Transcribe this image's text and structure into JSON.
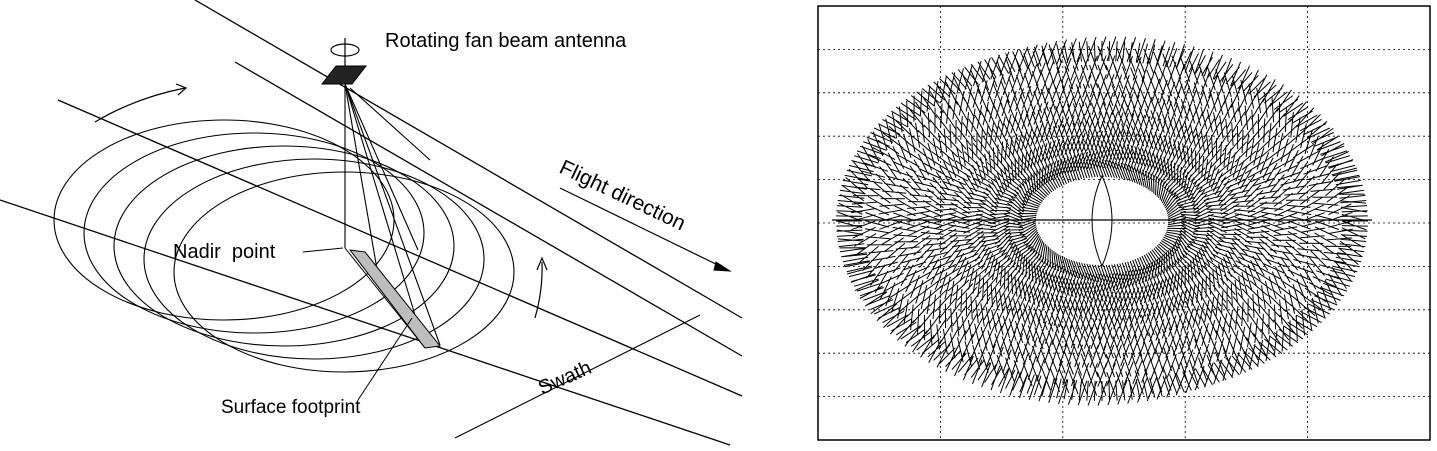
{
  "left_diagram": {
    "labels": {
      "antenna": "Rotating fan beam antenna",
      "flight_direction": "Flight direction",
      "nadir_point": "Nadir  point",
      "surface_footprint": "Surface footprint",
      "swath": "Swath"
    }
  },
  "right_plot": {
    "grid": true,
    "columns": 5,
    "rows": 10,
    "line_color": "#000000",
    "background": "#ffffff"
  }
}
